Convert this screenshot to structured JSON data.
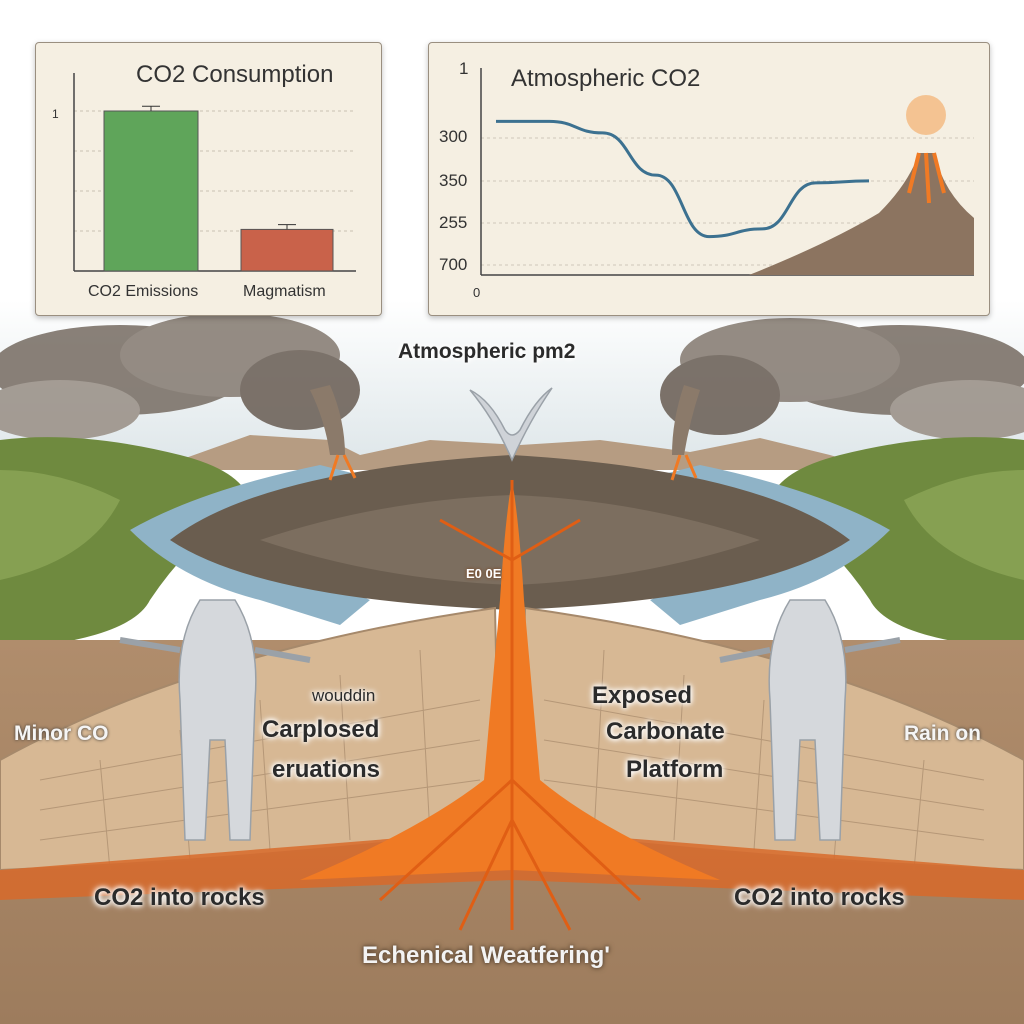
{
  "chart_data": [
    {
      "type": "bar",
      "title": "CO2 Consumption",
      "ylabel": "",
      "xlabel": "",
      "categories": [
        "CO2 Emissions",
        "Magmatism"
      ],
      "values": [
        1.0,
        0.26
      ],
      "ylim": [
        0,
        1.05
      ],
      "yticks": [
        "1"
      ],
      "error": [
        0.03,
        0.03
      ],
      "grid": true
    },
    {
      "type": "line",
      "title": "Atmospheric CO2",
      "yticks": [
        "1",
        "300",
        "350",
        "255",
        "700"
      ],
      "xtick": "0",
      "values": [
        0.8,
        0.8,
        0.74,
        0.52,
        0.2,
        0.24,
        0.48,
        0.49
      ],
      "ylim": [
        0,
        1
      ],
      "grid": true
    }
  ],
  "diagram": {
    "top_label": "Atmospheric pm2",
    "center_label": "E0 0E",
    "left_labels": {
      "minor": "Minor CO",
      "small": "wouddin",
      "line1": "Carplosed",
      "line2": "eruations",
      "bottom": "CO2 into rocks"
    },
    "right_labels": {
      "line1": "Exposed",
      "line2": "Carbonate",
      "line3": "Platform",
      "rain": "Rain on",
      "bottom": "CO2 into rocks"
    },
    "bottom_label": "Echenical Weatfering'"
  },
  "colors": {
    "bar_emissions": "#5fa55a",
    "bar_magmatism": "#c9624a",
    "line": "#3c7190",
    "lava": "#f07a24",
    "rock": "#d9b896",
    "soil": "#a98868"
  }
}
